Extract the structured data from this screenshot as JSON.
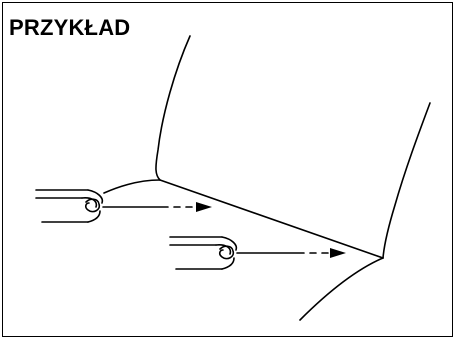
{
  "header": {
    "label": "PRZYKŁAD"
  },
  "illustration": {
    "subject": "edge-pinch-to-fold",
    "stroke_color": "#000000",
    "icons": [
      "hand-pinch-icon",
      "hand-pinch-icon"
    ],
    "arrows": [
      "arrow-dotted-right",
      "arrow-dotted-right"
    ]
  }
}
